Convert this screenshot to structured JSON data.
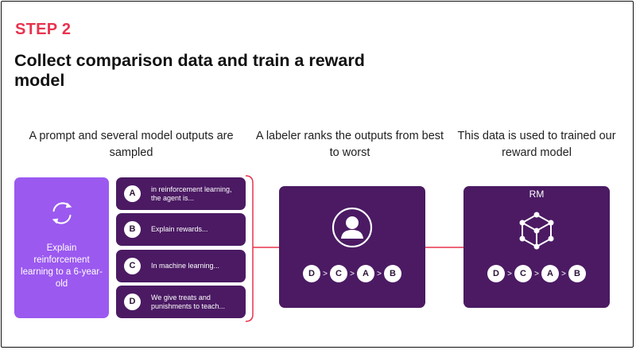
{
  "step_label": "STEP 2",
  "title": "Collect comparison data and train a reward model",
  "columns": [
    {
      "caption": "A prompt and several model outputs are sampled"
    },
    {
      "caption": "A labeler ranks the outputs from best to worst"
    },
    {
      "caption": "This data is used to trained our reward model"
    }
  ],
  "prompt": {
    "text": "Explain reinforcement learning to a 6-year-old",
    "icon": "cycle-arrows-icon"
  },
  "outputs": [
    {
      "letter": "A",
      "text": "in reinforcement learning, the agent is..."
    },
    {
      "letter": "B",
      "text": "Explain rewards..."
    },
    {
      "letter": "C",
      "text": "In machine learning..."
    },
    {
      "letter": "D",
      "text": "We give treats and punishments to teach..."
    }
  ],
  "labeler": {
    "icon": "person-icon",
    "ranking": [
      "D",
      "C",
      "A",
      "B"
    ],
    "separator": ">"
  },
  "reward_model": {
    "label": "RM",
    "icon": "network-cube-icon",
    "ranking": [
      "D",
      "C",
      "A",
      "B"
    ],
    "separator": ">"
  },
  "colors": {
    "accent": "#e8334f",
    "prompt_box": "#9b59f0",
    "card": "#4b1a63",
    "connector": "#e8334f"
  }
}
